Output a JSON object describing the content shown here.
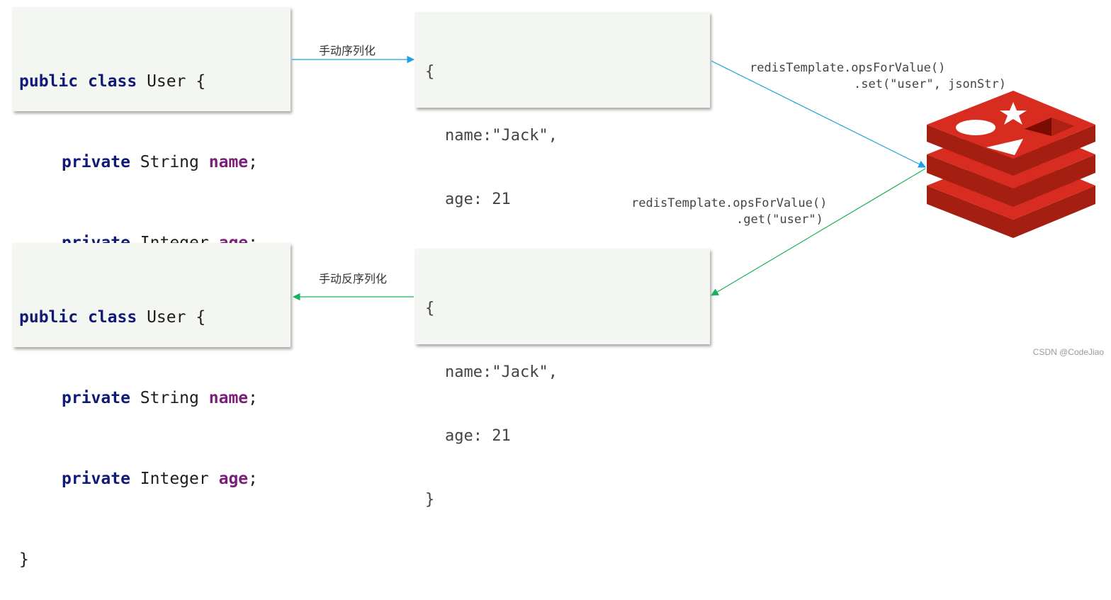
{
  "java_class_top": {
    "kw_public": "public",
    "kw_class": "class",
    "class_name": "User",
    "open_brace": "{",
    "fields": [
      {
        "modifier": "private",
        "type": "String",
        "name": "name",
        "end": ";"
      },
      {
        "modifier": "private",
        "type": "Integer",
        "name": "age",
        "end": ";"
      }
    ],
    "close_brace": "}"
  },
  "java_class_bottom": {
    "kw_public": "public",
    "kw_class": "class",
    "class_name": "User",
    "open_brace": "{",
    "fields": [
      {
        "modifier": "private",
        "type": "String",
        "name": "name",
        "end": ";"
      },
      {
        "modifier": "private",
        "type": "Integer",
        "name": "age",
        "end": ";"
      }
    ],
    "close_brace": "}"
  },
  "json_top": {
    "open": "{",
    "line1": "name:\"Jack\",",
    "line2": "age: 21",
    "close": "}"
  },
  "json_bottom": {
    "open": "{",
    "line1": "name:\"Jack\",",
    "line2": "age: 21",
    "close": "}"
  },
  "labels": {
    "serialize": "手动序列化",
    "deserialize": "手动反序列化",
    "set_line1": "redisTemplate.opsForValue()",
    "set_line2": ".set(\"user\", jsonStr)",
    "get_line1": "redisTemplate.opsForValue()",
    "get_line2": ".get(\"user\")"
  },
  "icons": {
    "redis": "redis-logo-icon"
  },
  "colors": {
    "serialize_arrow": "#1aa3e0",
    "deserialize_arrow": "#19b35a",
    "redis_red": "#d82c20"
  },
  "watermark": "CSDN @CodeJiao"
}
